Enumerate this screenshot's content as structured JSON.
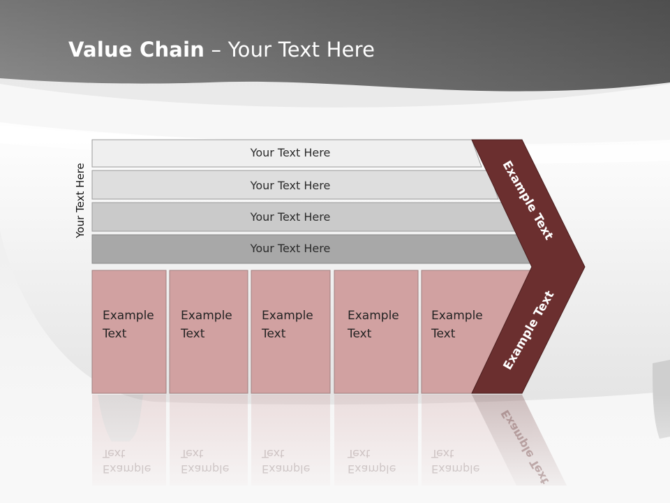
{
  "slide": {
    "title_bold": "Value Chain",
    "title_rest": " – Your Text Here",
    "side_label": "Your Text Here"
  },
  "support_rows": [
    {
      "label": "Your Text Here"
    },
    {
      "label": "Your Text Here"
    },
    {
      "label": "Your Text Here"
    },
    {
      "label": "Your Text Here"
    }
  ],
  "primary_activities": [
    {
      "label": "Example\nText"
    },
    {
      "label": "Example\nText"
    },
    {
      "label": "Example\nText"
    },
    {
      "label": "Example\nText"
    },
    {
      "label": "Example\nText"
    }
  ],
  "margin": {
    "top_label": "Example Text",
    "bottom_label": "Example Text"
  },
  "colors": {
    "header": "#6a6a6a",
    "row1": "#efefef",
    "row2": "#dedede",
    "row3": "#cacaca",
    "row4": "#a8a8a8",
    "activity": "#d1a1a1",
    "margin": "#6b2f2f"
  }
}
